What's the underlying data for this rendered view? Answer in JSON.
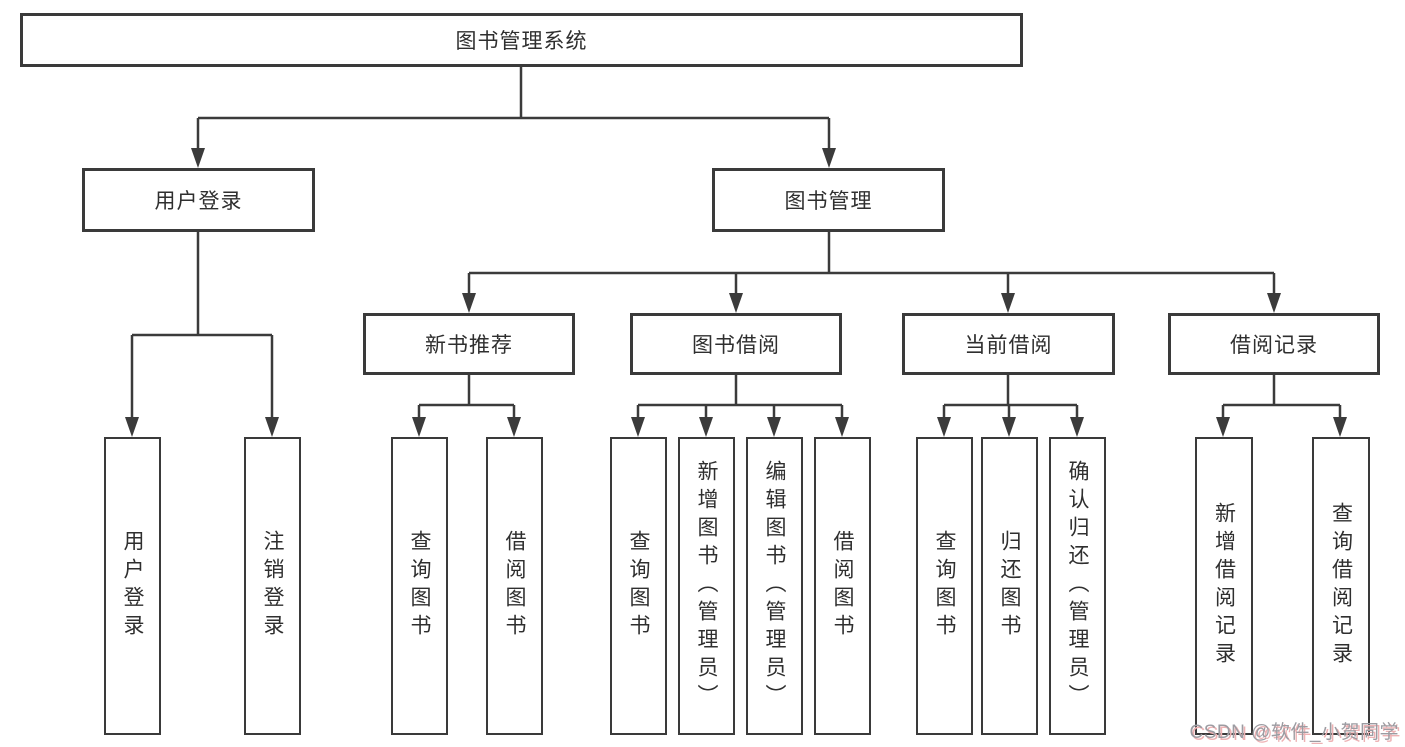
{
  "tree": {
    "label": "图书管理系统",
    "children": [
      {
        "label": "用户登录",
        "children": [
          {
            "label": "用户登录"
          },
          {
            "label": "注销登录"
          }
        ]
      },
      {
        "label": "图书管理",
        "children": [
          {
            "label": "新书推荐",
            "children": [
              {
                "label": "查询图书"
              },
              {
                "label": "借阅图书"
              }
            ]
          },
          {
            "label": "图书借阅",
            "children": [
              {
                "label": "查询图书"
              },
              {
                "label": "新增图书（管理员）"
              },
              {
                "label": "编辑图书（管理员）"
              },
              {
                "label": "借阅图书"
              }
            ]
          },
          {
            "label": "当前借阅",
            "children": [
              {
                "label": "查询图书"
              },
              {
                "label": "归还图书"
              },
              {
                "label": "确认归还（管理员）"
              }
            ]
          },
          {
            "label": "借阅记录",
            "children": [
              {
                "label": "新增借阅记录"
              },
              {
                "label": "查询借阅记录"
              }
            ]
          }
        ]
      }
    ]
  },
  "watermark": {
    "text": "CSDN @软件_小贺同学"
  },
  "colors": {
    "line": "#3b3b3b",
    "box_border": "#3a3a3a",
    "text": "#2f2f2f",
    "background": "#ffffff",
    "watermark_text": "#9c9ca2",
    "watermark_shadow": "#eeb2b4"
  }
}
